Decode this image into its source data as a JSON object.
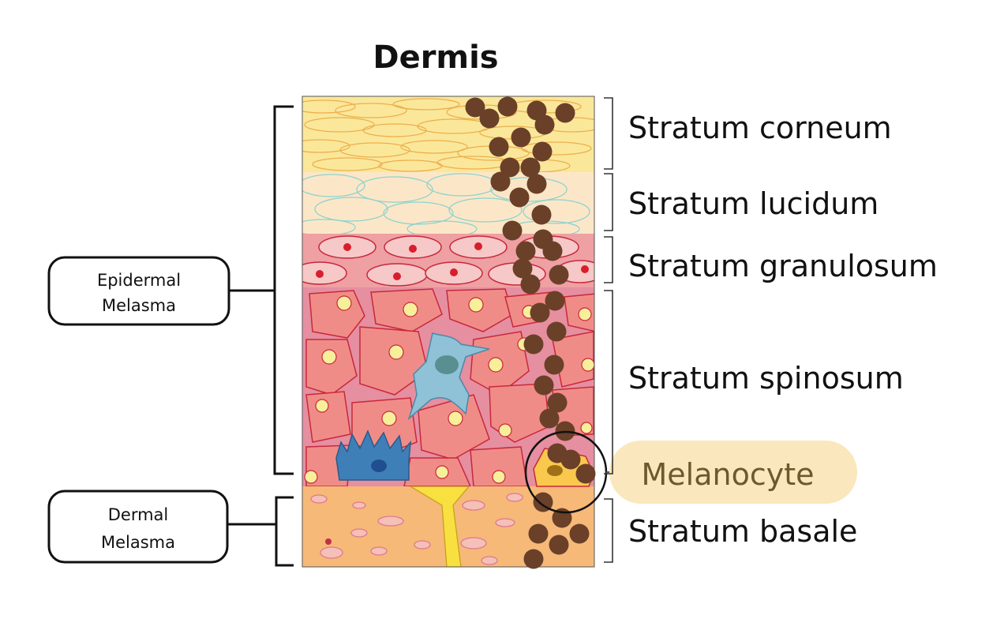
{
  "title": "Dermis",
  "layers": [
    {
      "name": "Stratum corneum",
      "color": "#fbe79a"
    },
    {
      "name": "Stratum lucidum",
      "color": "#fbe7c8"
    },
    {
      "name": "Stratum granulosum",
      "color": "#eea0a3"
    },
    {
      "name": "Stratum spinosum",
      "color": "#e58fa1"
    },
    {
      "name": "Stratum basale",
      "color": "#f6b978"
    }
  ],
  "melanocyte_label": "Melanocyte",
  "boxes": {
    "epidermal": {
      "line1": "Epidermal",
      "line2": "Melasma"
    },
    "dermal": {
      "line1": "Dermal",
      "line2": "Melasma"
    }
  },
  "colors": {
    "melanin": "#6b4028",
    "melanocyte_highlight": "#fbe7bd",
    "cell_fill": "#f08c88",
    "cell_stroke": "#c8283a",
    "nucleus": "#f7ef9a",
    "langerhans": "#8fc2d6",
    "merkel": "#3f7fb8"
  }
}
